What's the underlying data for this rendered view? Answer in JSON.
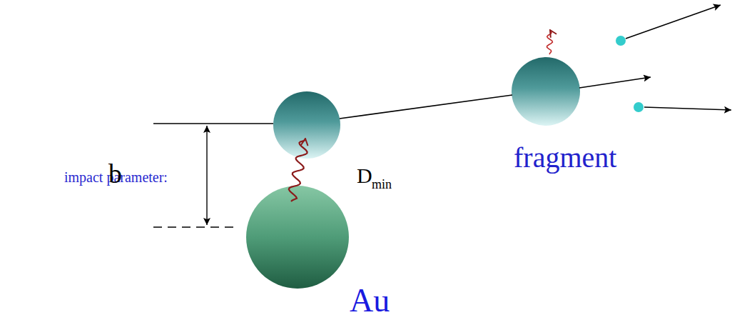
{
  "diagram": {
    "nodes": [
      {
        "text": [
          "Au"
        ]
      },
      {
        "text": [
          "fragment"
        ]
      }
    ],
    "labels": [
      "impact parameter:",
      "b",
      "D",
      "min"
    ]
  }
}
